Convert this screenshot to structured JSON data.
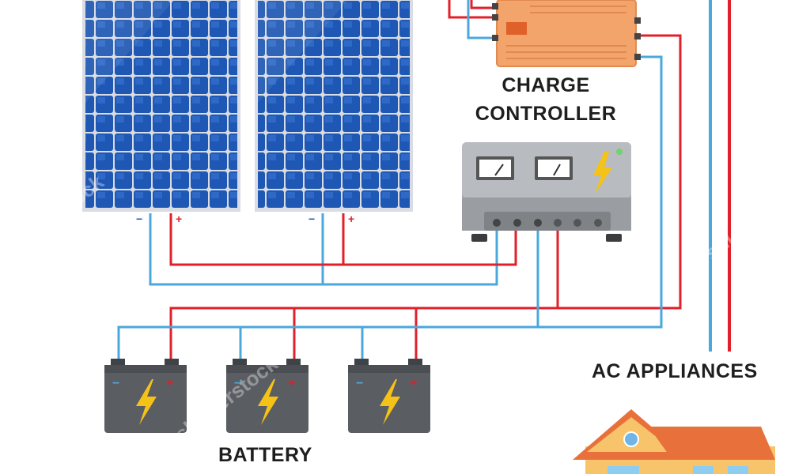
{
  "labels": {
    "charge_controller_line1": "CHARGE",
    "charge_controller_line2": "CONTROLLER",
    "ac_appliances": "AC APPLIANCES",
    "battery": "BATTERY"
  },
  "terminals": {
    "negative": "−",
    "positive": "+"
  },
  "watermark": "shutterstock",
  "colors": {
    "positive_wire": "#e0202a",
    "negative_wire": "#4aa8dd",
    "panel_cell": "#1f57b4",
    "panel_frame": "#d9dde3",
    "controller_body": "#f3a46b",
    "inverter_body": "#a9acb1",
    "battery_body": "#5a5d62",
    "bolt": "#f5c218",
    "house_wall": "#f7c36b",
    "house_roof": "#e8703a"
  },
  "icons": [
    "bolt-icon",
    "gauge-icon",
    "house-icon"
  ]
}
